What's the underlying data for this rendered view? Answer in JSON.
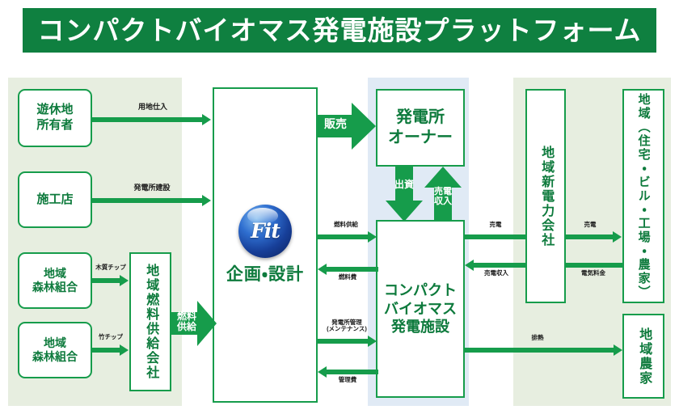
{
  "title": {
    "text": "コンパクトバイオマス発電施設プラットフォーム"
  },
  "colors": {
    "brand_green": "#0f8040",
    "line_green": "#169c4b",
    "text_green": "#0d7a3c",
    "zone_green_bg": "#e7eee0",
    "zone_blue_bg": "#e0eaf5",
    "logo_blue": "#173f99"
  },
  "boxes": {
    "idle_land_owner": "遊休地\n所有者",
    "idle_land_owner_l1": "遊休地",
    "idle_land_owner_l2": "所有者",
    "builder": "施工店",
    "forest_union_1_l1": "地域",
    "forest_union_1_l2": "森林組合",
    "forest_union_2_l1": "地域",
    "forest_union_2_l2": "森林組合",
    "fuel_supply_company": "地域燃料供給会社",
    "planning_design": "企画・設計",
    "fit_logo_text": "Fit",
    "plant_owner_l1": "発電所",
    "plant_owner_l2": "オーナー",
    "facility_l1": "コンパクト",
    "facility_l2": "バイオマス",
    "facility_l3": "発電施設",
    "new_power_company": "地域新電力会社",
    "community": "地域（住宅・ビル・工場・農家）",
    "local_farmers": "地域農家"
  },
  "arrows": {
    "land_procurement": "用地仕入",
    "plant_construction": "発電所建設",
    "wood_chips": "木質チップ",
    "bamboo_chips": "竹チップ",
    "fuel_supply_block_l1": "燃料",
    "fuel_supply_block_l2": "供給",
    "sales_block": "販売",
    "investment": "出資",
    "power_sales_income_l1": "売電",
    "power_sales_income_l2": "収入",
    "fuel_supply_thin": "燃料供給",
    "fuel_cost": "燃料費",
    "plant_management_l1": "発電所管理",
    "plant_management_l2": "(メンテナンス)",
    "management_fee": "管理費",
    "power_sale": "売電",
    "power_sale_revenue": "売電収入",
    "power_sale_right": "売電",
    "electricity_fee": "電気料金",
    "waste_heat": "排熱"
  }
}
